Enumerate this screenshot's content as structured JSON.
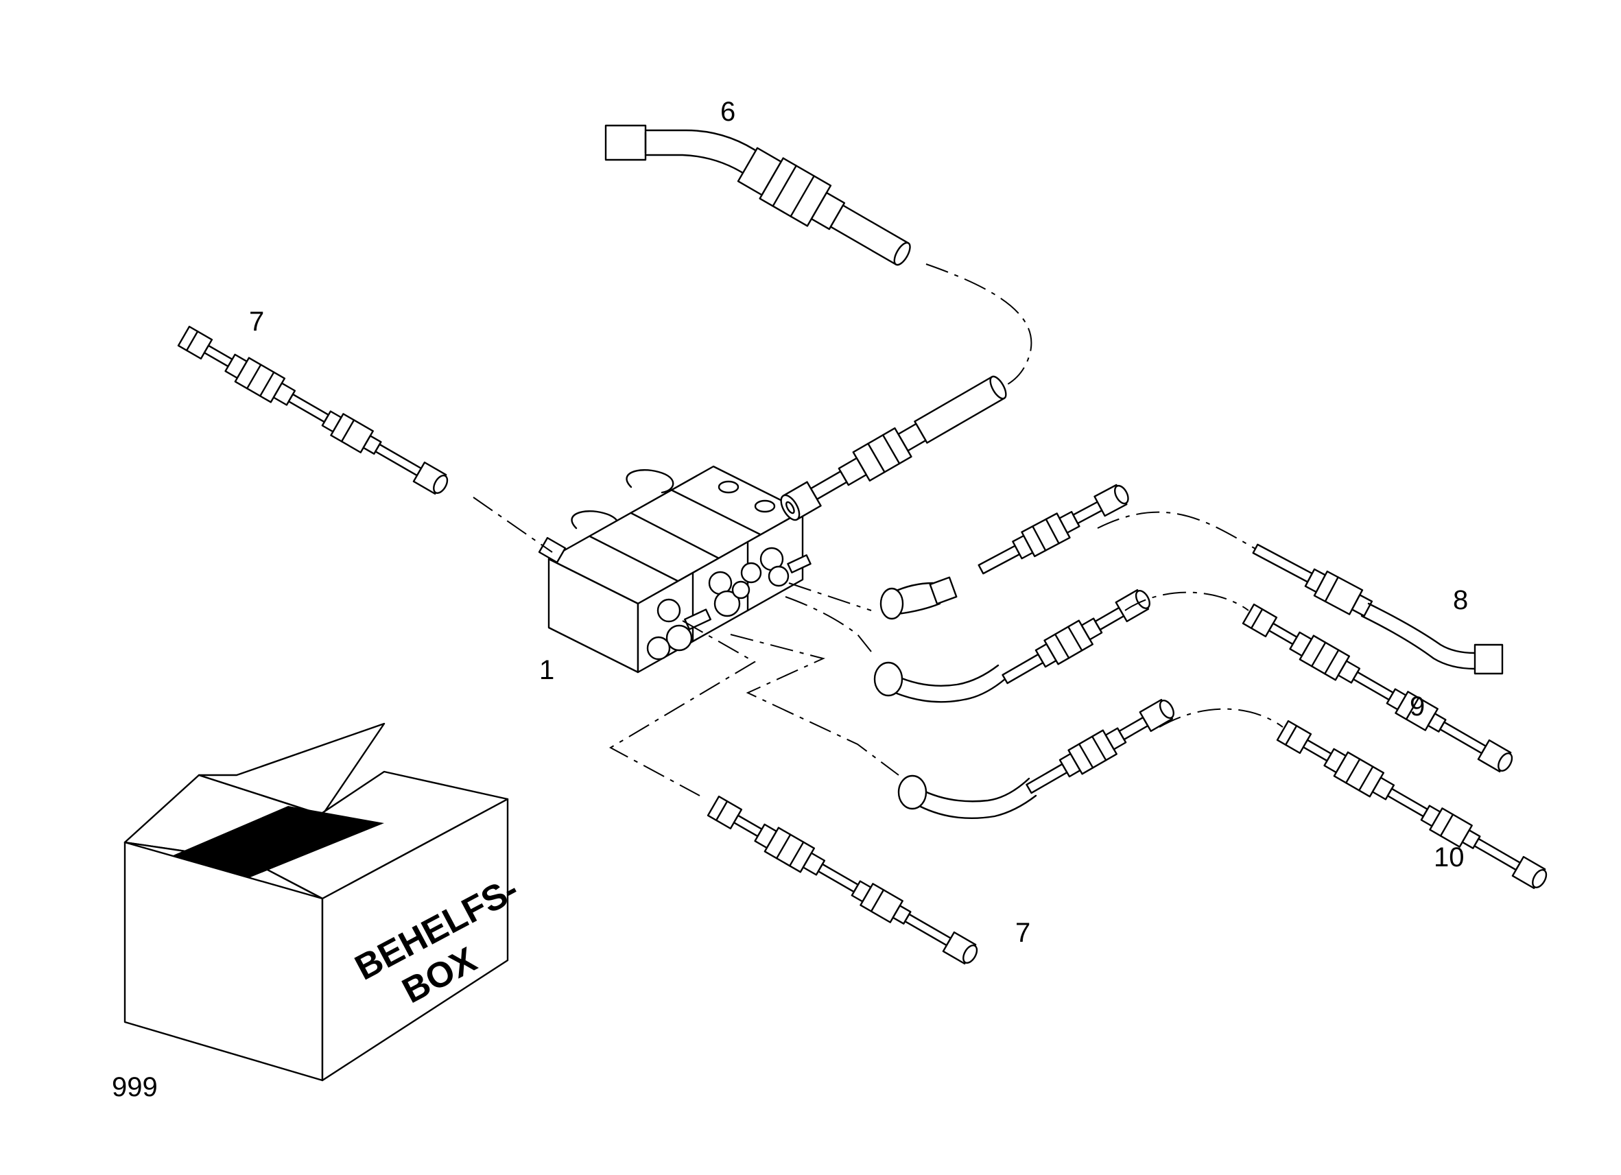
{
  "callouts": {
    "part_1": "1",
    "part_6": "6",
    "part_7_top": "7",
    "part_7_bottom": "7",
    "part_8": "8",
    "part_9": "9",
    "part_10": "10",
    "part_999": "999"
  },
  "box": {
    "line1": "BEHELFS-",
    "line2": "BOX"
  }
}
